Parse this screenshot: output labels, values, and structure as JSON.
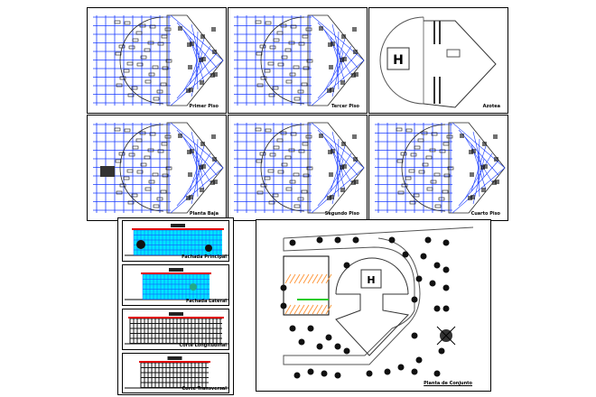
{
  "plans": [
    {
      "label": "Primer Piso",
      "variant": "floor"
    },
    {
      "label": "Tercer Piso",
      "variant": "floor"
    },
    {
      "label": "Azotea",
      "variant": "roof",
      "helipad": "H"
    },
    {
      "label": "Planta Baja",
      "variant": "ground"
    },
    {
      "label": "Segundo Piso",
      "variant": "floor"
    },
    {
      "label": "Cuarto Piso",
      "variant": "floor"
    }
  ],
  "elevations": [
    {
      "label": "Fachada Principal"
    },
    {
      "label": "Fachada Lateral"
    },
    {
      "label": "Corte Longitudinal"
    },
    {
      "label": "Corte Transversal"
    }
  ],
  "site_plan": {
    "label": "Planta de Conjunto",
    "helipad": "H"
  },
  "colors": {
    "grid": "#1a3cff",
    "glass": "#00e5ff",
    "roof": "#e00000",
    "parking": "#ff9a40",
    "green": "#22cc22"
  }
}
